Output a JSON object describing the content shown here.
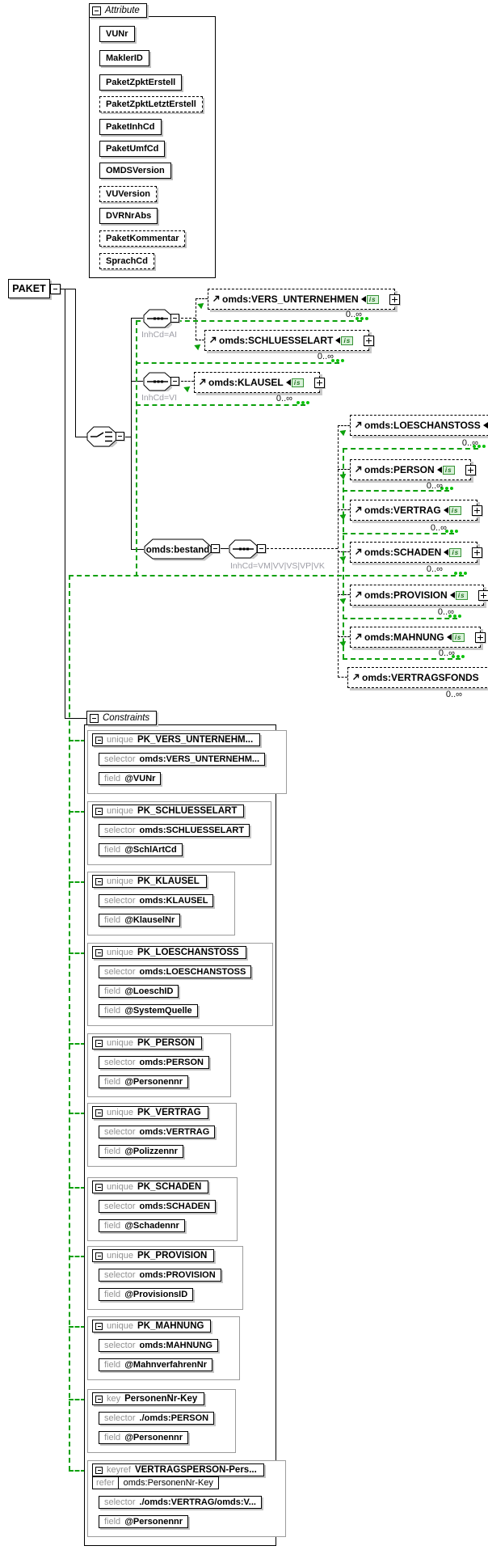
{
  "root": {
    "label": "PAKET"
  },
  "badge_label": "is",
  "attributes": {
    "title": "Attribute",
    "items": [
      {
        "label": "VUNr",
        "optional": false
      },
      {
        "label": "MaklerID",
        "optional": false
      },
      {
        "label": "PaketZpktErstell",
        "optional": false
      },
      {
        "label": "PaketZpktLetztErstell",
        "optional": true
      },
      {
        "label": "PaketInhCd",
        "optional": false
      },
      {
        "label": "PaketUmfCd",
        "optional": false
      },
      {
        "label": "OMDSVersion",
        "optional": false
      },
      {
        "label": "VUVersion",
        "optional": true
      },
      {
        "label": "DVRNrAbs",
        "optional": false
      },
      {
        "label": "PaketKommentar",
        "optional": true
      },
      {
        "label": "SprachCd",
        "optional": true
      }
    ]
  },
  "compositors": {
    "ai_label": "InhCd=AI",
    "vi_label": "InhCd=VI",
    "bestand_name": "omds:bestand",
    "bestand_seq_label": "InhCd=VM|VV|VS|VP|VK"
  },
  "elements": {
    "left": [
      {
        "name": "omds:VERS_UNTERNEHMEN",
        "occurs": "0..∞"
      },
      {
        "name": "omds:SCHLUESSELART",
        "occurs": "0..∞"
      },
      {
        "name": "omds:KLAUSEL",
        "occurs": "0..∞"
      }
    ],
    "right": [
      {
        "name": "omds:LOESCHANSTOSS",
        "occurs": "0..∞"
      },
      {
        "name": "omds:PERSON",
        "occurs": "0..∞"
      },
      {
        "name": "omds:VERTRAG",
        "occurs": "0..∞"
      },
      {
        "name": "omds:SCHADEN",
        "occurs": "0..∞"
      },
      {
        "name": "omds:PROVISION",
        "occurs": "0..∞"
      },
      {
        "name": "omds:MAHNUNG",
        "occurs": "0..∞"
      },
      {
        "name": "omds:VERTRAGSFONDS",
        "occurs": "0..∞"
      }
    ]
  },
  "constraints": {
    "title": "Constraints",
    "selector_label": "selector",
    "field_label": "field",
    "refer_label": "refer",
    "items": [
      {
        "kind": "unique",
        "name": "PK_VERS_UNTERNEHM...",
        "selector": "omds:VERS_UNTERNEHM...",
        "fields": [
          "@VUNr"
        ]
      },
      {
        "kind": "unique",
        "name": "PK_SCHLUESSELART",
        "selector": "omds:SCHLUESSELART",
        "fields": [
          "@SchlArtCd"
        ]
      },
      {
        "kind": "unique",
        "name": "PK_KLAUSEL",
        "selector": "omds:KLAUSEL",
        "fields": [
          "@KlauselNr"
        ]
      },
      {
        "kind": "unique",
        "name": "PK_LOESCHANSTOSS",
        "selector": "omds:LOESCHANSTOSS",
        "fields": [
          "@LoeschID",
          "@SystemQuelle"
        ]
      },
      {
        "kind": "unique",
        "name": "PK_PERSON",
        "selector": "omds:PERSON",
        "fields": [
          "@Personennr"
        ]
      },
      {
        "kind": "unique",
        "name": "PK_VERTRAG",
        "selector": "omds:VERTRAG",
        "fields": [
          "@Polizzennr"
        ]
      },
      {
        "kind": "unique",
        "name": "PK_SCHADEN",
        "selector": "omds:SCHADEN",
        "fields": [
          "@Schadennr"
        ]
      },
      {
        "kind": "unique",
        "name": "PK_PROVISION",
        "selector": "omds:PROVISION",
        "fields": [
          "@ProvisionsID"
        ]
      },
      {
        "kind": "unique",
        "name": "PK_MAHNUNG",
        "selector": "omds:MAHNUNG",
        "fields": [
          "@MahnverfahrenNr"
        ]
      },
      {
        "kind": "key",
        "name": "PersonenNr-Key",
        "selector": "./omds:PERSON",
        "fields": [
          "@Personennr"
        ]
      },
      {
        "kind": "keyref",
        "name": "VERTRAGSPERSON-Pers...",
        "refer": "omds:PersonenNr-Key",
        "selector": "./omds:VERTRAG/omds:V...",
        "fields": [
          "@Personennr"
        ]
      }
    ]
  }
}
